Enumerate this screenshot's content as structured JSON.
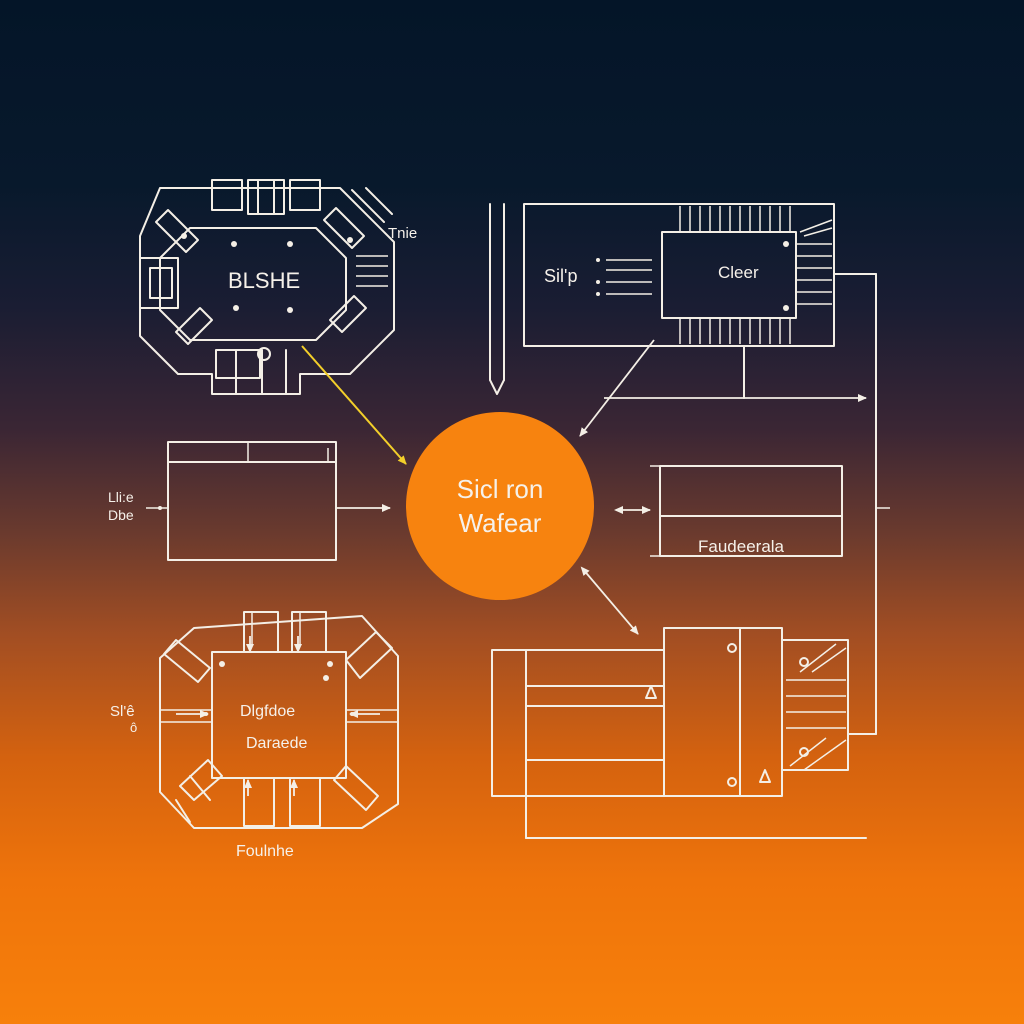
{
  "diagram": {
    "center_node": {
      "line1": "Sicl ron",
      "line2": "Wafear",
      "color": "#f7830f"
    },
    "chip_top_left": {
      "label": "BLSHE",
      "side_label": "Tnie"
    },
    "panel_top_right": {
      "left_label": "Sil'p",
      "chip_label": "Cleer"
    },
    "box_left": {
      "label_line1": "Lli:e",
      "label_line2": "Dbe"
    },
    "box_right": {
      "label": "Faudeerala"
    },
    "chip_bottom_left": {
      "label_line1": "Dlgfdoe",
      "label_line2": "Daraede",
      "side_label_line1": "Sl'ê",
      "side_label_line2": "ô",
      "caption": "Foulnhe"
    },
    "accent_yellow": "#f3cf2a",
    "line_color": "#f4efe6"
  }
}
